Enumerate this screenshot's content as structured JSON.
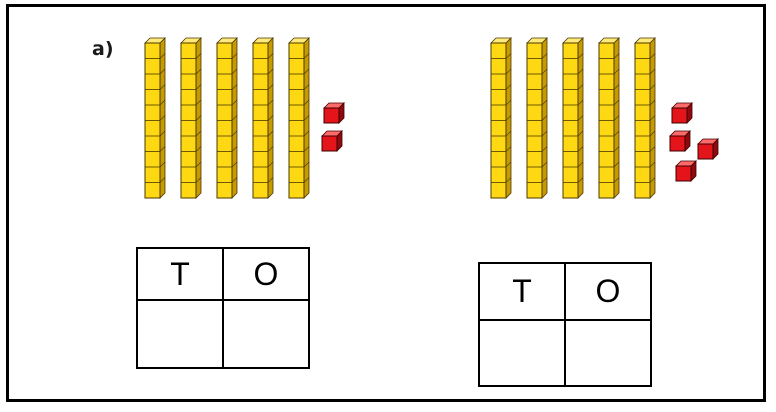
{
  "question_label": "a)",
  "groups": [
    {
      "tens": 5,
      "ones": 2,
      "table": {
        "tens_header": "T",
        "ones_header": "O",
        "tens_answer": "",
        "ones_answer": ""
      }
    },
    {
      "tens": 5,
      "ones": 4,
      "table": {
        "tens_header": "T",
        "ones_header": "O",
        "tens_answer": "",
        "ones_answer": ""
      }
    }
  ],
  "colors": {
    "rod_fill": "#FFD814",
    "rod_side": "#C79A00",
    "rod_top": "#FFE97A",
    "rod_outline": "#4a3a00",
    "cube_front": "#E4141B",
    "cube_top": "#FF6B6B",
    "cube_side": "#8E0A0E",
    "cube_outline": "#3d0000"
  }
}
